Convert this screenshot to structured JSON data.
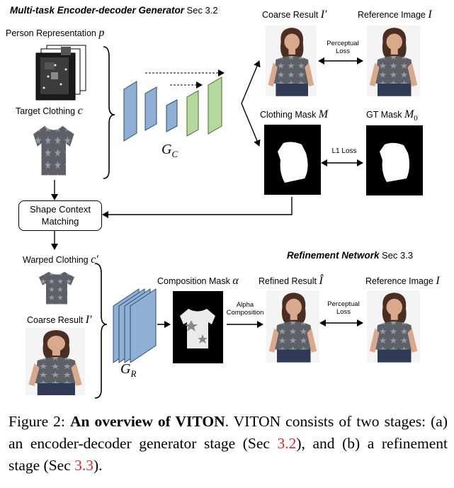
{
  "stage1": {
    "header_title": "Multi-task Encoder-decoder Generator",
    "header_sec": "Sec 3.2",
    "person_rep_label": "Person Representation",
    "person_rep_var": "p",
    "target_clothing_label": "Target Clothing",
    "target_clothing_var": "c",
    "generator_label": "G",
    "generator_sub": "C",
    "coarse_result_label": "Coarse Result",
    "coarse_result_var": "I′",
    "reference_image_label": "Reference Image",
    "reference_image_var": "I",
    "perceptual_loss_label_line1": "Perceptual",
    "perceptual_loss_label_line2": "Loss",
    "clothing_mask_label": "Clothing Mask",
    "clothing_mask_var": "M",
    "gt_mask_label": "GT Mask",
    "gt_mask_var": "M",
    "gt_mask_sub": "0",
    "l1_loss_label": "L1 Loss"
  },
  "matching": {
    "line1": "Shape Context",
    "line2": "Matching"
  },
  "stage2": {
    "header_title": "Refinement Network",
    "header_sec": "Sec 3.3",
    "warped_clothing_label": "Warped Clothing",
    "warped_clothing_var": "c′",
    "coarse_result_label": "Coarse Result",
    "coarse_result_var": "I′",
    "generator_label": "G",
    "generator_sub": "R",
    "composition_mask_label": "Composition Mask",
    "composition_mask_var": "α",
    "alpha_composition_line1": "Alpha",
    "alpha_composition_line2": "Composition",
    "refined_result_label": "Refined Result",
    "refined_result_var": "Î",
    "perceptual_loss_label_line1": "Perceptual",
    "perceptual_loss_label_line2": "Loss",
    "reference_image_label": "Reference Image",
    "reference_image_var": "I"
  },
  "caption": {
    "prefix": "Figure 2: ",
    "bold": "An overview of VITON",
    "body1": ". VITON consists of two stages: (a) an encoder-decoder generator stage (Sec ",
    "ref1": "3.2",
    "body2": "), and (b) a refinement stage (Sec ",
    "ref2": "3.3",
    "body3": ")."
  },
  "colors": {
    "encoder_blue": "#8fb0d4",
    "decoder_green": "#b5d99c",
    "shirt_gray": "#5e6068",
    "skin": "#d9a98c",
    "hair": "#4a2e22",
    "reference_red": "#e3262a"
  }
}
